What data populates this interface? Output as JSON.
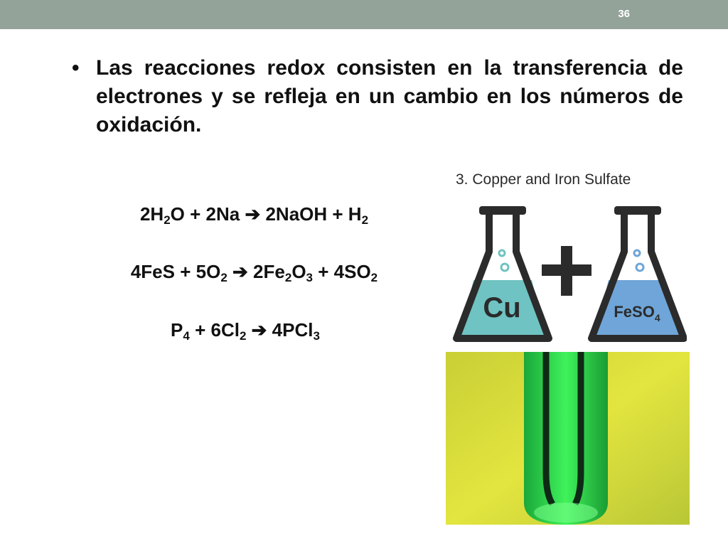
{
  "slide": {
    "number": "36"
  },
  "bullet": {
    "text": "Las reacciones redox consisten en la transferencia de electrones y se refleja en un cambio en los números de oxidación."
  },
  "equations": [
    {
      "parts": [
        {
          "t": "2H"
        },
        {
          "s": "2"
        },
        {
          "t": "O + 2Na "
        },
        {
          "t": "➔"
        },
        {
          "t": " 2NaOH + H"
        },
        {
          "s": "2"
        }
      ]
    },
    {
      "parts": [
        {
          "t": "4FeS + 5O"
        },
        {
          "s": "2"
        },
        {
          "t": " "
        },
        {
          "t": "➔"
        },
        {
          "t": " 2Fe"
        },
        {
          "s": "2"
        },
        {
          "t": "O"
        },
        {
          "s": "3"
        },
        {
          "t": " + 4SO"
        },
        {
          "s": "2"
        }
      ]
    },
    {
      "parts": [
        {
          "t": "P"
        },
        {
          "s": "4"
        },
        {
          "t": " + 6Cl"
        },
        {
          "s": "2"
        },
        {
          "t": " "
        },
        {
          "t": "➔"
        },
        {
          "t": " 4PCl"
        },
        {
          "s": "3"
        }
      ]
    }
  ],
  "figure": {
    "caption": "3. Copper and Iron Sulfate",
    "flask_left_label": "Cu",
    "flask_right_label": "FeSO",
    "flask_right_sub": "4",
    "colors": {
      "flask_left_liquid": "#6fc3c2",
      "flask_right_liquid": "#6fa5d8",
      "outline": "#2b2b2b",
      "plus": "#2b2b2b"
    }
  },
  "photo": {
    "colors": {
      "background": "#d9df3f",
      "tube": "#2fd94a"
    }
  }
}
